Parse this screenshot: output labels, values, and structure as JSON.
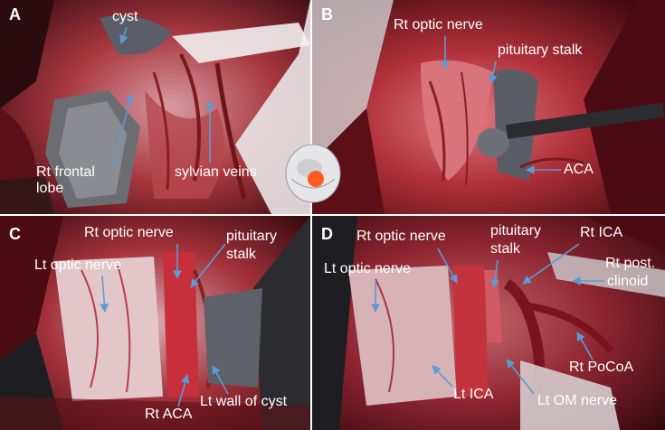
{
  "panels": {
    "a": {
      "letter": "A",
      "cyst": "cyst",
      "frontal_1": "Rt frontal",
      "frontal_2": "lobe",
      "sylvian": "sylvian veins"
    },
    "b": {
      "letter": "B",
      "optic": "Rt optic nerve",
      "stalk": "pituitary stalk",
      "aca": "ACA"
    },
    "c": {
      "letter": "C",
      "rt_optic": "Rt optic nerve",
      "lt_optic": "Lt optic nerve",
      "stalk_1": "pituitary",
      "stalk_2": "stalk",
      "rt_aca": "Rt ACA",
      "lt_wall": "Lt wall of cyst"
    },
    "d": {
      "letter": "D",
      "rt_optic": "Rt optic nerve",
      "lt_optic": "Lt optic nerve",
      "stalk_1": "pituitary",
      "stalk_2": "stalk",
      "rt_ica": "Rt ICA",
      "post_1": "Rt post.",
      "post_2": "clinoid",
      "rt_pocoa": "Rt PoCoA",
      "lt_ica": "Lt ICA",
      "lt_om": "Lt OM nerve"
    }
  },
  "colors": {
    "label": "#ffffff",
    "arrow": "#5b9bd5",
    "tissue": "#8a1e25",
    "marker": "#ff5a1f"
  }
}
